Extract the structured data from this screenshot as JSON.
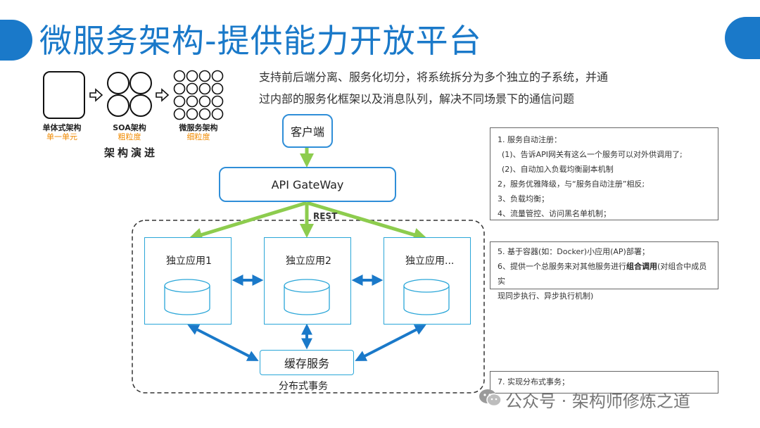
{
  "title": "微服务架构-提供能力开放平台",
  "evolution": {
    "stage1": {
      "label": "单体式架构",
      "sub": "单一单元"
    },
    "stage2": {
      "label": "SOA架构",
      "sub": "粗粒度"
    },
    "stage3": {
      "label": "微服务架构",
      "sub": "细粒度"
    },
    "caption": "架构演进"
  },
  "description": {
    "line1": "支持前后端分离、服务化切分，将系统拆分为多个独立的子系统，并通",
    "line2": "过内部的服务化框架以及消息队列，解决不同场景下的通信问题"
  },
  "diagram": {
    "client": "客户端",
    "gateway": "API GateWay",
    "rest": "REST",
    "apps": [
      "独立应用1",
      "独立应用2",
      "独立应用..."
    ],
    "cache": "缓存服务",
    "distributed": "分布式事务"
  },
  "notes": {
    "box1": [
      "1. 服务自动注册：",
      "(1)、告诉API网关有这么一个服务可以对外供调用了;",
      "(2)、自动加入负载均衡副本机制",
      "2，服务优雅降级，与“服务自动注册”相反;",
      "3、负载均衡；",
      "4、流量管控、访问黑名单机制；"
    ],
    "box2": {
      "line1": "5. 基于容器(如：Docker)小应用(AP)部署；",
      "line2_pre": "6、提供一个总服务来对其他服务进行",
      "line2_bold": "组合调用",
      "line2_post": "(对组合中成员实",
      "line3": "现同步执行、异步执行机制)"
    },
    "box3": "7. 实现分布式事务；"
  },
  "watermark": "公众号 · 架构师修炼之道",
  "colors": {
    "title": "#1a79c9",
    "green_arrow": "#8dcc4e",
    "blue_arrow": "#1a79c9",
    "accent_orange": "#f08a00"
  }
}
